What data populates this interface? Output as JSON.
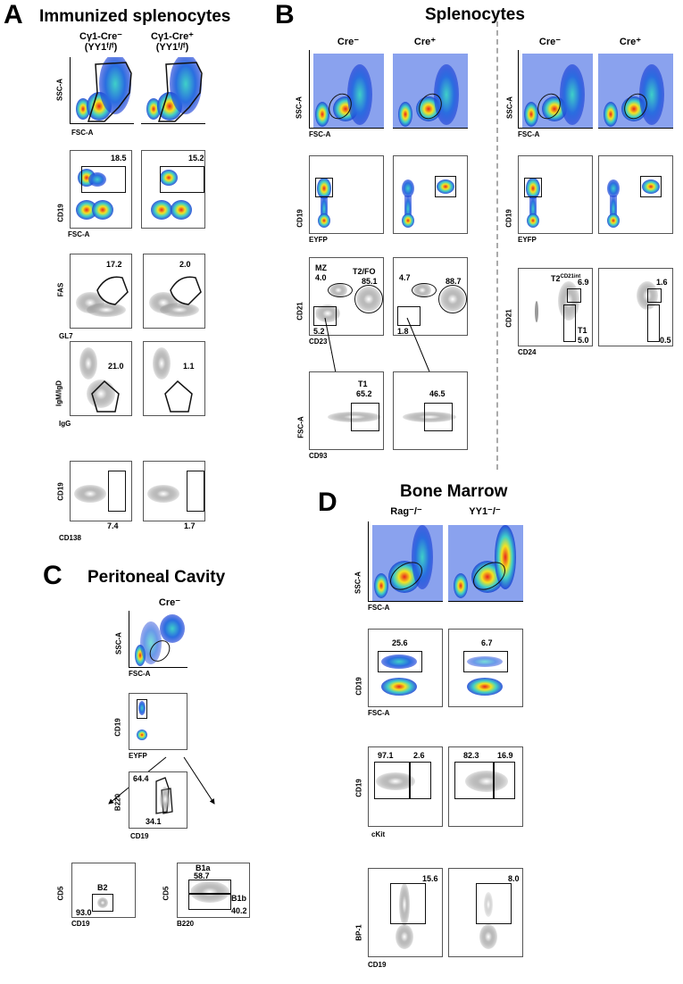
{
  "panel_a": {
    "letter": "A",
    "title": "Immunized splenocytes",
    "col1": "Cγ1-Cre⁻",
    "col1_sub": "(YY1ᶠ/ᶠ)",
    "col2": "Cγ1-Cre⁺",
    "col2_sub": "(YY1ᶠ/ᶠ)",
    "rows": [
      {
        "y": "SSC-A",
        "x": "FSC-A",
        "v1": "",
        "v2": ""
      },
      {
        "y": "CD19",
        "x": "FSC-A",
        "v1": "18.5",
        "v2": "15.2"
      },
      {
        "y": "FAS",
        "x": "GL7",
        "v1": "17.2",
        "v2": "2.0"
      },
      {
        "y": "IgM/IgD",
        "x": "IgG",
        "v1": "21.0",
        "v2": "1.1"
      },
      {
        "y": "CD19",
        "x": "CD138",
        "v1": "7.4",
        "v2": "1.7"
      }
    ]
  },
  "panel_b": {
    "letter": "B",
    "title": "Splenocytes",
    "cre_neg": "Cre⁻",
    "cre_pos": "Cre⁺",
    "left_rows": [
      {
        "y": "SSC-A",
        "x": "FSC-A"
      },
      {
        "y": "CD19",
        "x": "EYFP"
      },
      {
        "y": "CD21",
        "x": "CD23",
        "mz": "MZ",
        "mz_val": "4.0",
        "t2fo": "T2/FO",
        "t2fo_val": "85.1",
        "low": "5.2",
        "r_mz": "4.7",
        "r_t2fo": "88.7",
        "r_low": "1.8"
      },
      {
        "y": "FSC-A",
        "x": "CD93",
        "t1": "T1",
        "t1_val": "65.2",
        "r_t1": "46.5"
      }
    ],
    "right_rows": [
      {
        "y": "SSC-A",
        "x": "FSC-A"
      },
      {
        "y": "CD19",
        "x": "EYFP"
      },
      {
        "y": "CD21",
        "x": "CD24",
        "t2": "T2",
        "t2_sup": "CD21int",
        "t2_val": "6.9",
        "t1": "T1",
        "t1_val": "5.0",
        "r_t2": "1.6",
        "r_t1": "0.5"
      }
    ]
  },
  "panel_c": {
    "letter": "C",
    "title": "Peritoneal Cavity",
    "cre": "Cre⁻",
    "rows": [
      {
        "y": "SSC-A",
        "x": "FSC-A"
      },
      {
        "y": "CD19",
        "x": "EYFP"
      },
      {
        "y": "B220",
        "x": "CD19",
        "v_top": "64.4",
        "v_bot": "34.1"
      }
    ],
    "b2": {
      "y": "CD5",
      "x": "CD19",
      "name": "B2",
      "val": "93.0"
    },
    "b1": {
      "y": "CD5",
      "x": "B220",
      "b1a": "B1a",
      "b1a_val": "58.7",
      "b1b": "B1b",
      "b1b_val": "40.2"
    }
  },
  "panel_d": {
    "letter": "D",
    "title": "Bone Marrow",
    "col1": "Rag⁻/⁻",
    "col2": "YY1⁻/⁻",
    "rows": [
      {
        "y": "SSC-A",
        "x": "FSC-A"
      },
      {
        "y": "CD19",
        "x": "FSC-A",
        "v1": "25.6",
        "v2": "6.7"
      },
      {
        "y": "CD19",
        "x": "cKit",
        "v1a": "97.1",
        "v1b": "2.6",
        "v2a": "82.3",
        "v2b": "16.9"
      },
      {
        "y": "BP-1",
        "x": "CD19",
        "v1": "15.6",
        "v2": "8.0"
      }
    ]
  },
  "colors": {
    "density_hot": "#e8231d",
    "density_mid": "#f5e31f",
    "density_low": "#1a3ed6",
    "contour": "#888888",
    "divider": "#aaaaaa"
  }
}
